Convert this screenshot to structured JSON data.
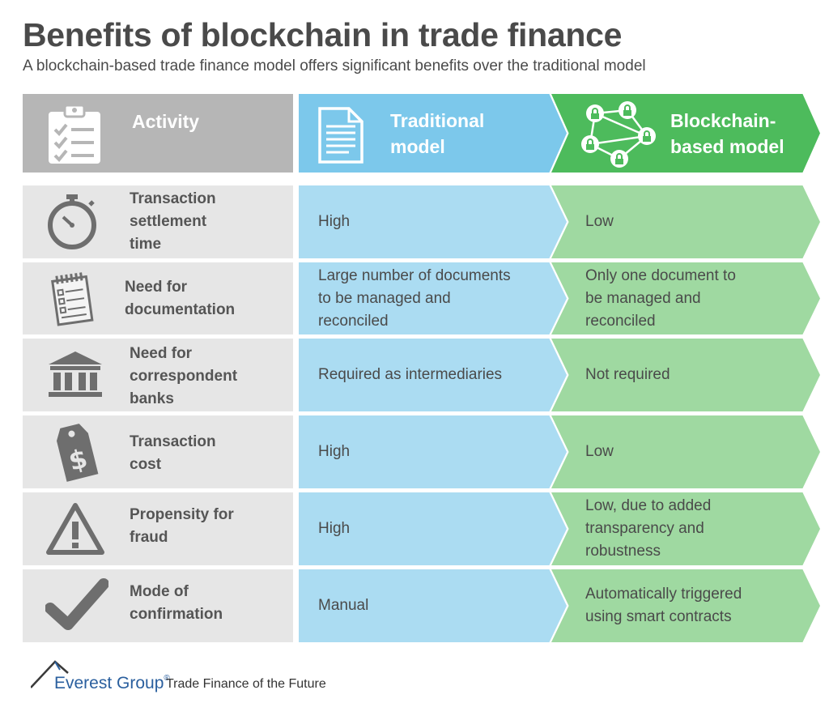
{
  "header": {
    "title": "Benefits of blockchain in trade finance",
    "subtitle": "A blockchain-based trade finance model offers significant benefits over the traditional model"
  },
  "columns": {
    "activity": [
      "Activity"
    ],
    "traditional": [
      "Traditional",
      "model"
    ],
    "blockchain": [
      "Blockchain-",
      "based model"
    ]
  },
  "rows": [
    {
      "icon": "stopwatch-icon",
      "activity": [
        "Transaction",
        "settlement",
        "time"
      ],
      "traditional": [
        "High"
      ],
      "blockchain": [
        "Low"
      ]
    },
    {
      "icon": "notepad-icon",
      "activity": [
        "Need for",
        "documentation"
      ],
      "traditional": [
        "Large number of documents",
        "to be managed and",
        "reconciled"
      ],
      "blockchain": [
        "Only one document to",
        "be managed and",
        "reconciled"
      ]
    },
    {
      "icon": "bank-icon",
      "activity": [
        "Need for",
        "correspondent",
        "banks"
      ],
      "traditional": [
        "Required as intermediaries"
      ],
      "blockchain": [
        "Not required"
      ]
    },
    {
      "icon": "price-tag-icon",
      "activity": [
        "Transaction",
        "cost"
      ],
      "traditional": [
        "High"
      ],
      "blockchain": [
        "Low"
      ]
    },
    {
      "icon": "warning-icon",
      "activity": [
        "Propensity for",
        "fraud"
      ],
      "traditional": [
        "High"
      ],
      "blockchain": [
        "Low, due to added",
        "transparency and",
        "robustness"
      ]
    },
    {
      "icon": "checkmark-icon",
      "activity": [
        "Mode of",
        "confirmation"
      ],
      "traditional": [
        "Manual"
      ],
      "blockchain": [
        "Automatically triggered",
        "using smart contracts"
      ]
    }
  ],
  "footer": {
    "brand": "Everest Group",
    "registered": "®",
    "caption": "Trade Finance of the Future"
  },
  "colors": {
    "header_gray": "#b6b6b6",
    "header_blue": "#7cc8eb",
    "header_green": "#4dbb5c",
    "row_gray": "#e6e6e6",
    "row_blue": "#abdcf2",
    "row_green": "#9fd9a1",
    "icon_gray": "#6e6e6e",
    "brand_blue": "#2a5f9e"
  }
}
